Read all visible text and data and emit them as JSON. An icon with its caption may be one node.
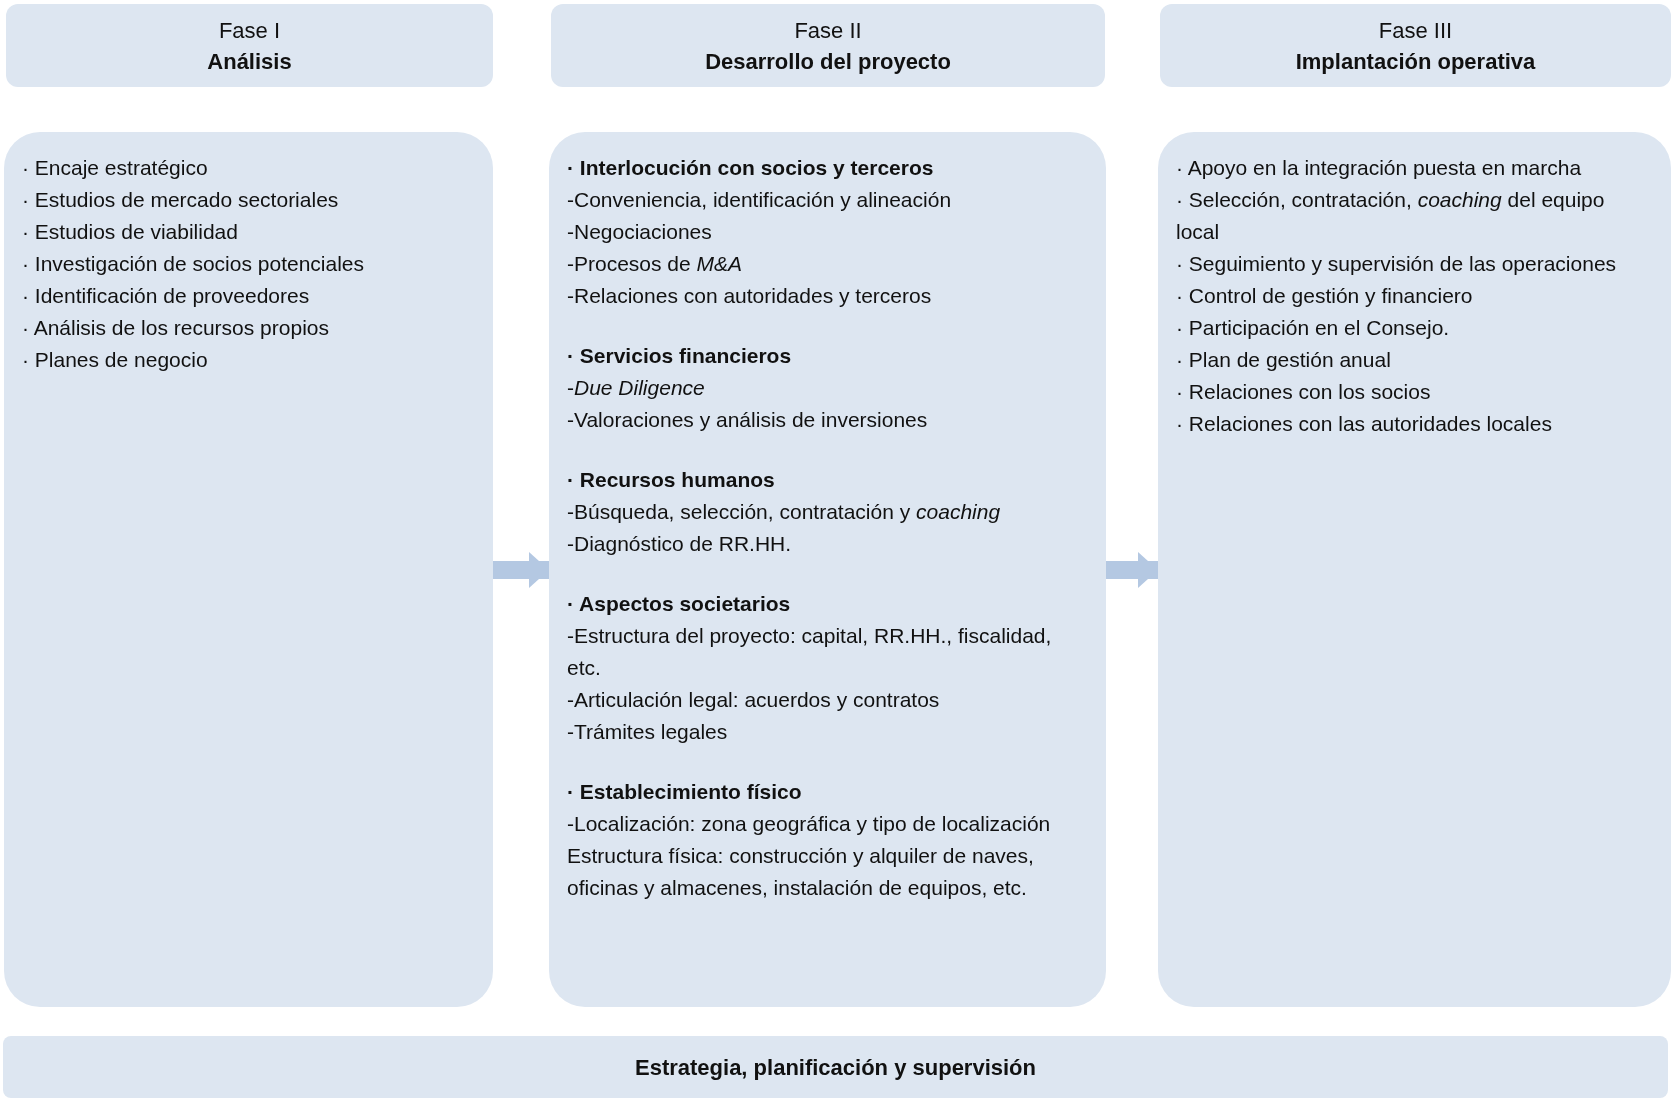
{
  "diagram": {
    "nodes": [
      {
        "text": [
          "Fase I",
          "Análisis"
        ]
      },
      {
        "text": [
          "Fase II",
          "Desarrollo del proyecto"
        ]
      },
      {
        "text": [
          "Fase III",
          "Implantación operativa"
        ]
      },
      {
        "text": [
          "· Encaje estratégico",
          "· Estudios de mercado sectoriales",
          "· Estudios de viabilidad",
          "· Investigación de socios potenciales",
          "· Identificación de proveedores",
          "· Análisis de los recursos propios",
          "· Planes de negocio"
        ]
      },
      {
        "text": [
          "**· Interlocución con socios y terceros**",
          "-Conveniencia, identificación y alineación",
          "-Negociaciones",
          "-Procesos de *M&A*",
          "-Relaciones con autoridades y terceros",
          "**· Servicios financieros**",
          "-*Due Diligence*",
          "-Valoraciones y análisis de inversiones",
          "**· Recursos humanos**",
          "-Búsqueda, selección, contratación y *coaching*",
          "-Diagnóstico de RR.HH.",
          "**· Aspectos societarios**",
          "-Estructura del proyecto: capital, RR.HH., fiscalidad, etc.",
          "-Articulación legal: acuerdos y contratos",
          "-Trámites legales",
          "**· Establecimiento físico**",
          "-Localización: zona geográfica y tipo de localización",
          "Estructura física: construcción y alquiler de naves, oficinas y almacenes, instalación de equipos, etc."
        ]
      },
      {
        "text": [
          "· Apoyo en la integración puesta en marcha",
          "· Selección, contratación, *coaching* del equipo local",
          "· Seguimiento y supervisión de las operaciones",
          "· Control de gestión y financiero",
          "· Participación en el Consejo.",
          "· Plan de gestión anual",
          "· Relaciones con los socios",
          "· Relaciones con las autoridades locales"
        ]
      },
      {
        "text": [
          "Estrategia, planificación y supervisión"
        ]
      }
    ],
    "edges": [
      {
        "from": 3,
        "to": 4,
        "arrow": "to"
      },
      {
        "from": 4,
        "to": 5,
        "arrow": "to"
      }
    ]
  }
}
